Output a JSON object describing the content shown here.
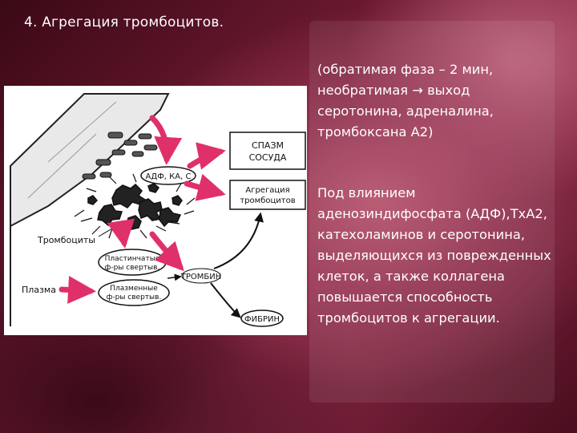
{
  "slide": {
    "title": "4. Агрегация тромбоцитов."
  },
  "text": {
    "block1": "(обратимая фаза – 2 мин, необратимая → выход серотонина,   адреналина, тромбоксана А2)",
    "block2": "Под влиянием аденозиндифосфата (АДФ),ТхА2, катехоламинов и серотонина, выделяющихся из поврежденных клеток, а также коллагена повышается способность тромбоцитов к агрегации."
  },
  "diagram": {
    "box_spasm_line1": "СПАЗМ",
    "box_spasm_line2": "СОСУДА",
    "box_aggregation_line1": "Агрегация",
    "box_aggregation_line2": "тромбоцитов",
    "oval_adp": "АДФ, КА, С",
    "oval_plastic_line1": "Пластинчатые",
    "oval_plastic_line2": "ф-ры свертыв.",
    "oval_plasma_line1": "Плазменные",
    "oval_plasma_line2": "ф-ры свертыв.",
    "label_thrombin": "ТРОМБИН",
    "label_fibrin": "ФИБРИН",
    "label_platelets": "Тромбоциты",
    "label_plasma": "Плазма",
    "arrow_color": "#e0306a"
  }
}
